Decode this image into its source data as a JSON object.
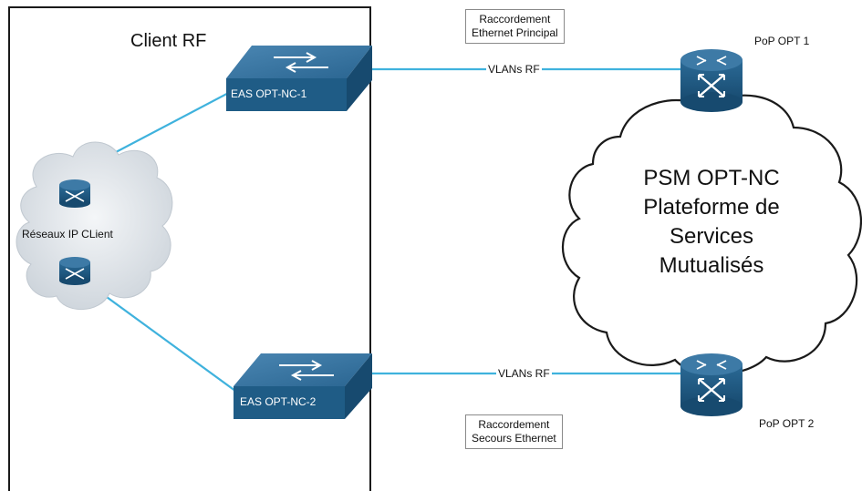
{
  "client_zone": {
    "title": "Client RF"
  },
  "client_cloud": {
    "label": "Réseaux IP CLient"
  },
  "switches": [
    {
      "label": "EAS OPT-NC-1"
    },
    {
      "label": "EAS OPT-NC-2"
    }
  ],
  "links": [
    {
      "label": "VLANs RF"
    },
    {
      "label": "VLANs RF"
    }
  ],
  "annotations": [
    {
      "lines": [
        "Raccordement",
        "Ethernet Principal"
      ]
    },
    {
      "lines": [
        "Raccordement",
        "Secours Ethernet"
      ]
    }
  ],
  "pops": [
    {
      "label": "PoP OPT 1"
    },
    {
      "label": "PoP OPT 2"
    }
  ],
  "psm_cloud": {
    "lines": [
      "PSM OPT-NC",
      "Plateforme de",
      "Services",
      "Mutualisés"
    ]
  },
  "colors": {
    "device_fill": "#1f5c86",
    "device_top": "#3d7aa6",
    "link": "#3fb2dd",
    "cloud_fill": "#e2e7ec"
  }
}
